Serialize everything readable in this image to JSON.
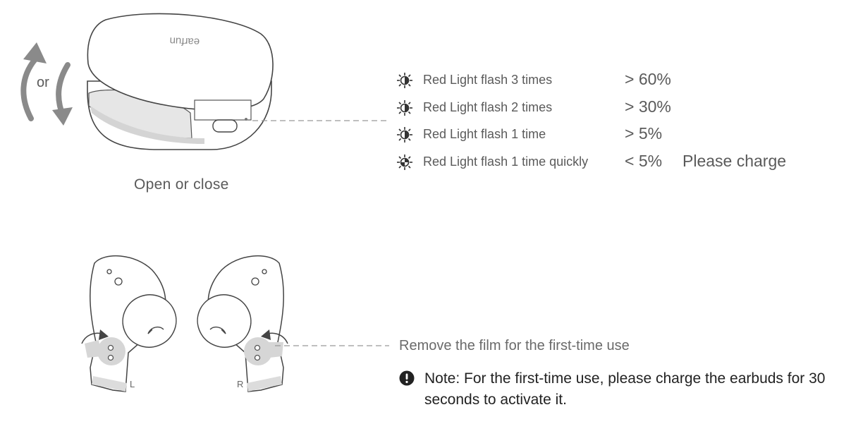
{
  "case_section": {
    "brand": "earfun",
    "or_label": "or",
    "caption": "Open or close"
  },
  "battery_status": [
    {
      "label": "Red Light flash 3 times",
      "level": "> 60%",
      "action": "",
      "icon": "light-half-icon"
    },
    {
      "label": "Red Light flash 2 times",
      "level": "> 30%",
      "action": "",
      "icon": "light-half-icon"
    },
    {
      "label": "Red Light flash 1 time",
      "level": "> 5%",
      "action": "",
      "icon": "light-half-icon"
    },
    {
      "label": "Red Light flash 1 time quickly",
      "level": "< 5%",
      "action": "Please charge",
      "icon": "light-quick-icon"
    }
  ],
  "earbuds_section": {
    "left_label": "L",
    "right_label": "R",
    "film_note": "Remove the film for the first-time use",
    "note_text": "Note: For the first-time use, please charge the earbuds for 30 seconds to activate it."
  }
}
